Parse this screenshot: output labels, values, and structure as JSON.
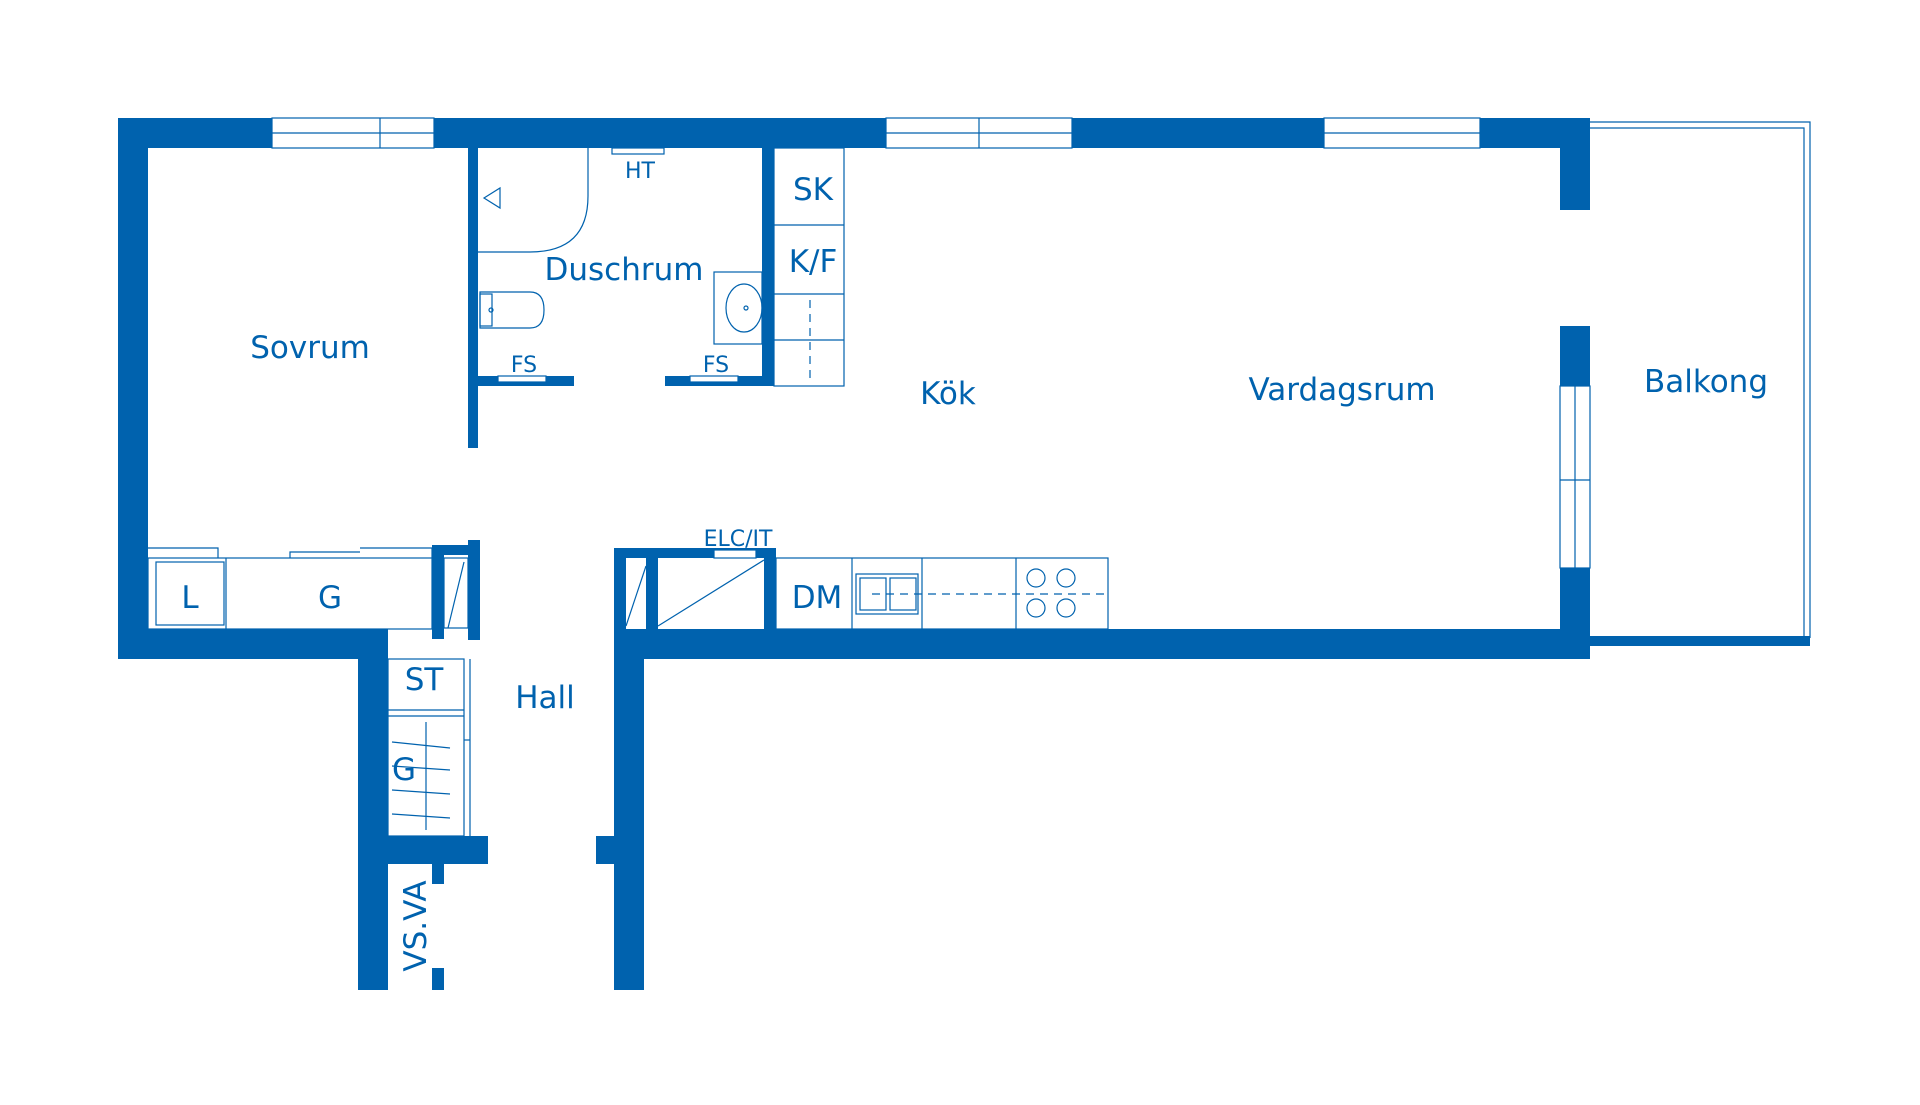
{
  "plan": {
    "wall_color": "#0062ae",
    "rooms": {
      "sovrum": "Sovrum",
      "duschrum": "Duschrum",
      "kok": "Kök",
      "vardagsrum": "Vardagsrum",
      "balkong": "Balkong",
      "hall": "Hall"
    },
    "labels": {
      "sk": "SK",
      "kf": "K/F",
      "ht": "HT",
      "fs_left": "FS",
      "fs_right": "FS",
      "elc_it": "ELC/IT",
      "dm": "DM",
      "l": "L",
      "g_bedroom": "G",
      "st": "ST",
      "g_hall": "G",
      "vs_va": "VS.VA"
    }
  }
}
